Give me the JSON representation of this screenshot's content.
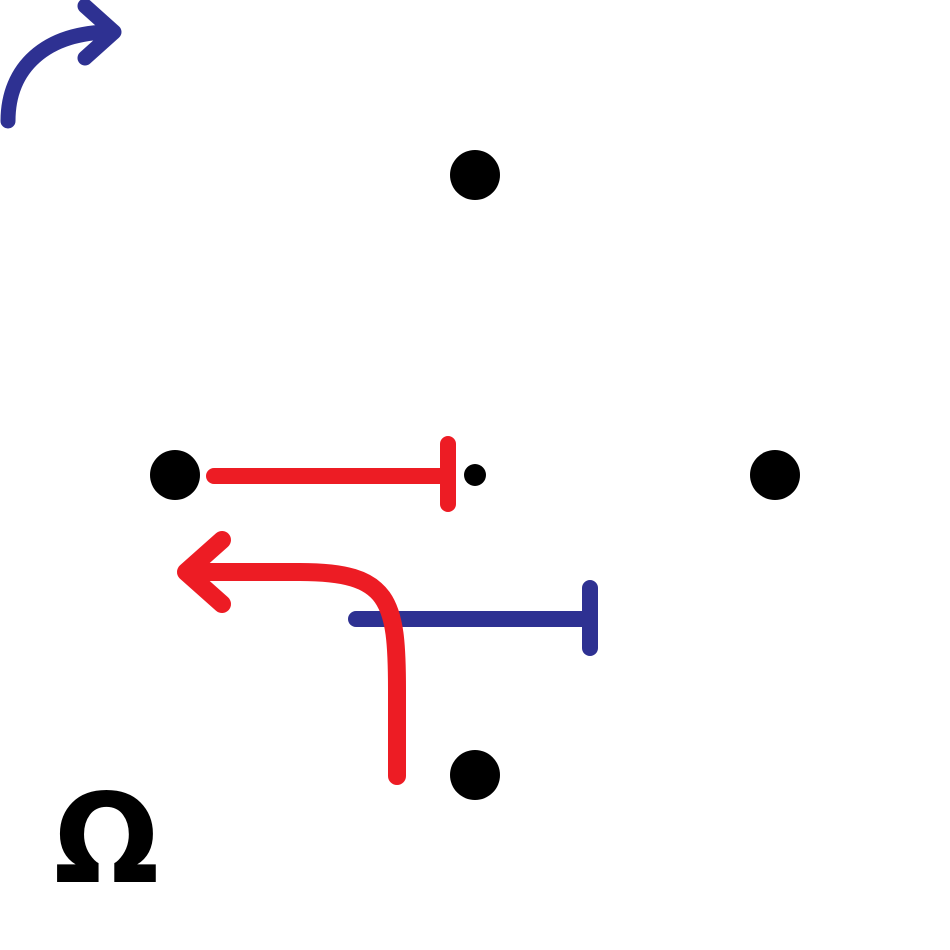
{
  "colors": {
    "background": "#ffffff",
    "dot": "#000000",
    "red": "#ed1c24",
    "blue": "#2e3192",
    "symbol": "#000000"
  },
  "diagram": {
    "symbol": "Ω",
    "dots": [
      "top-dot",
      "left-dot",
      "center-dot",
      "right-dot",
      "bottom-dot"
    ],
    "arrows": [
      {
        "name": "blue-curved-arrow",
        "color": "blue",
        "kind": "curved-turn-right"
      },
      {
        "name": "red-blocked-arrow",
        "color": "red",
        "kind": "straight-t-bar"
      },
      {
        "name": "blue-blocked-arrow",
        "color": "blue",
        "kind": "straight-t-bar"
      },
      {
        "name": "red-left-turn-arrow",
        "color": "red",
        "kind": "turn-left"
      }
    ]
  }
}
